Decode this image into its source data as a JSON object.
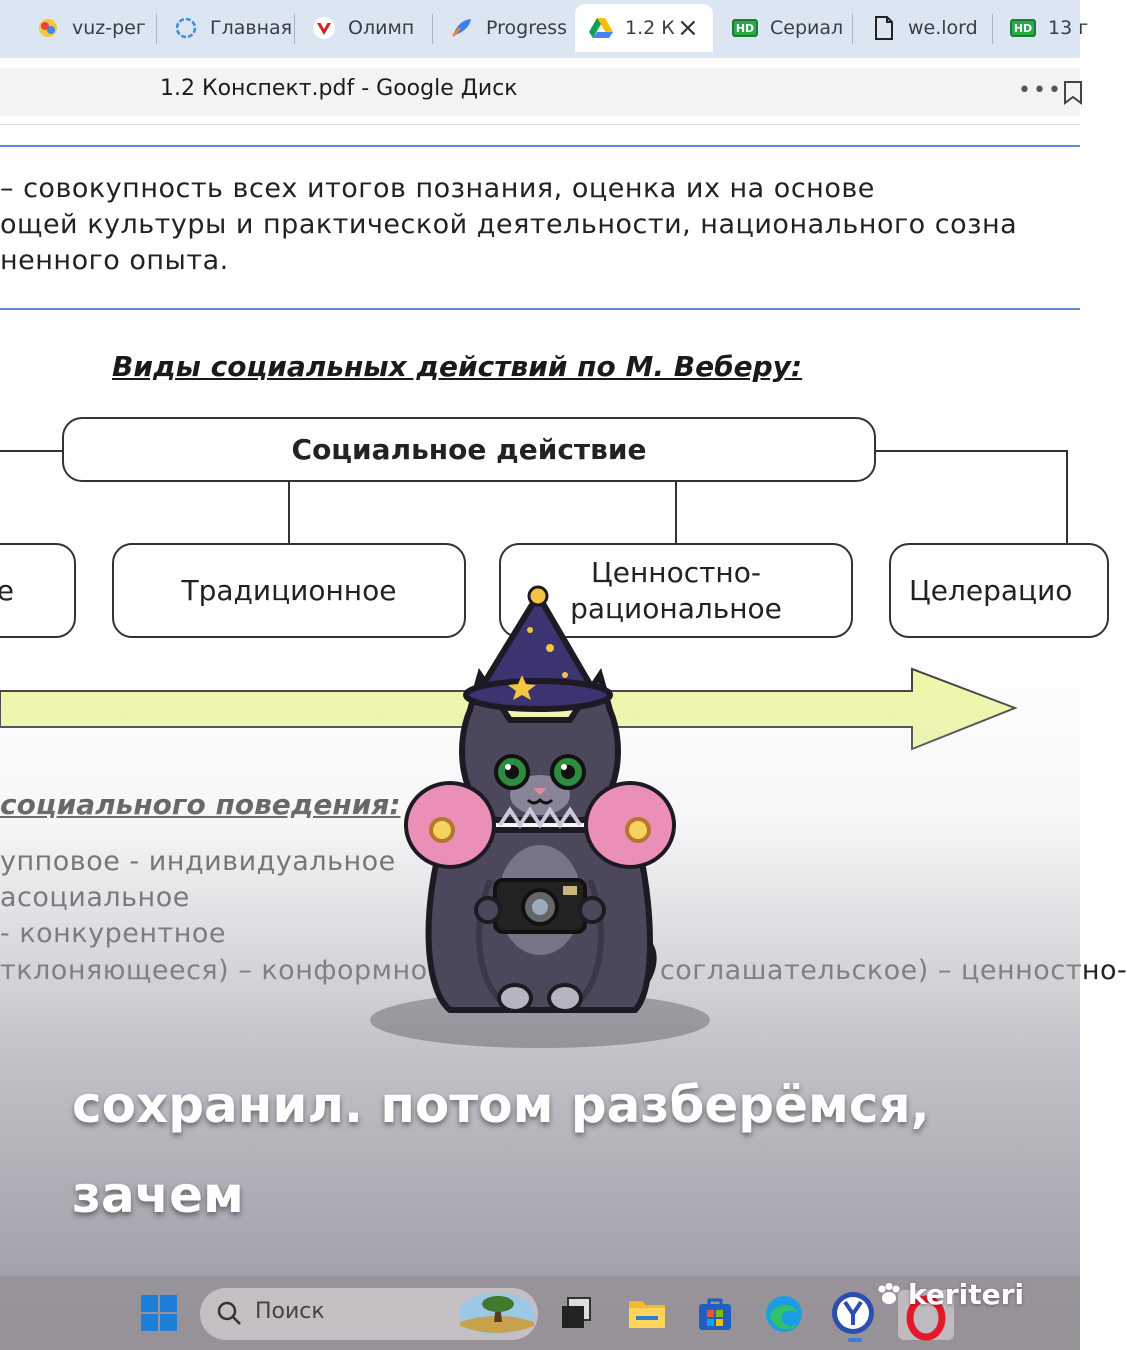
{
  "browser": {
    "tabs": [
      {
        "label": "vuz-рег",
        "icon": "colorful-app-icon"
      },
      {
        "label": "Главная",
        "icon": "flower-outline-icon"
      },
      {
        "label": "Олимп",
        "icon": "vivaldi-icon"
      },
      {
        "label": "Progress",
        "icon": "feather-blue-icon"
      },
      {
        "label": "1.2 К",
        "icon": "google-drive-icon",
        "active": true
      },
      {
        "label": "Сериал",
        "icon": "hd-badge-icon"
      },
      {
        "label": "we.lord",
        "icon": "document-icon"
      },
      {
        "label": "13 г",
        "icon": "hd-badge-icon"
      }
    ],
    "hd_label": "HD",
    "close_glyph": "×",
    "window_title": "1.2 Конспект.pdf - Google Диск",
    "more_glyph": "•••"
  },
  "document": {
    "definition_lines": [
      "– совокупность всех итогов познания, оценка их на основе",
      "ощей культуры и практической деятельности, национального созна",
      "ненного опыта."
    ],
    "section_title": "Виды социальных действий по М. Веберу:",
    "diagram": {
      "root": "Социальное действие",
      "children": [
        "е",
        "Традиционное",
        "Ценностно-\nрациональное",
        "Целерацио"
      ]
    },
    "behavior_title": "социального поведения:",
    "behavior_lines": [
      "упповое - индивидуальное",
      "асоциальное",
      "- конкурентное",
      "тклоняющееся) – конформное (одобряемое, соглашательское) – ценностно-"
    ]
  },
  "overlay": {
    "caption": "сохранил. потом разберёмся, зачем",
    "watermark": "keriteri"
  },
  "taskbar": {
    "search_placeholder": "Поиск",
    "apps": [
      "windows-start-icon",
      "task-view-icon",
      "file-explorer-icon",
      "microsoft-store-icon",
      "edge-icon",
      "yandex-browser-icon",
      "opera-icon"
    ]
  }
}
